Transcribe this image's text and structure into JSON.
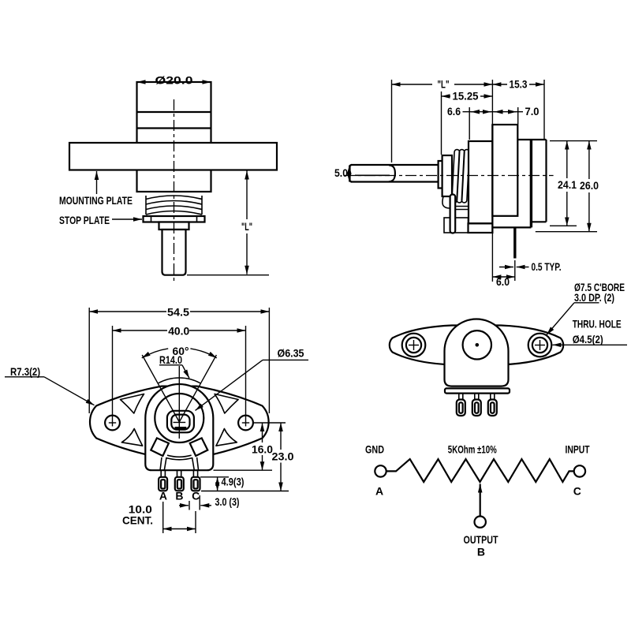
{
  "title": "Potentiometer outline drawing",
  "colors": {
    "background": "#ffffff",
    "ink": "#000000"
  },
  "views": {
    "side_front": {
      "dim_body_diameter": "Ø20.0",
      "label_mounting_plate": "MOUNTING PLATE",
      "label_stop_plate": "STOP PLATE",
      "dim_shaft_length": "\"L\""
    },
    "side_profile": {
      "dim_shaft_length": "\"L\"",
      "dim_rear_depth": "15.3",
      "dim_bushing_length": "15.25",
      "dim_front_step": "6.6",
      "dim_boss_depth": "7.0",
      "dim_shaft_flat": "5.0",
      "dim_body_height": "24.1",
      "dim_overall_height": "26.0",
      "dim_pin_thickness": "0.5 TYP.",
      "dim_pin_offset": "6.0"
    },
    "front": {
      "dim_overall_width": "54.5",
      "dim_hole_spacing": "40.0",
      "dim_rotation_angle": "60°",
      "dim_stop_radius": "R14.0",
      "dim_shaft_diameter": "Ø6.35",
      "dim_end_radius": "R7.3(2)",
      "dim_center_to_body": "16.0",
      "dim_center_to_pins": "23.0",
      "dim_pin_length": "4.9(3)",
      "dim_pin_width": "3.0 (3)",
      "dim_pin_spacing": "10.0",
      "dim_pin_spacing_note": "CENT.",
      "terminal_a": "A",
      "terminal_b": "B",
      "terminal_c": "C"
    },
    "rear": {
      "label_cbore_line1": "Ø7.5 C'BORE",
      "label_cbore_line2": "3.0 DP. (2)",
      "label_thru_line1": "THRU. HOLE",
      "label_thru_line2": "Ø4.5(2)"
    },
    "schematic": {
      "label_gnd": "GND",
      "label_resistance": "5KOhm ±10%",
      "label_input": "INPUT",
      "label_output": "OUTPUT",
      "terminal_a": "A",
      "terminal_b": "B",
      "terminal_c": "C"
    }
  }
}
